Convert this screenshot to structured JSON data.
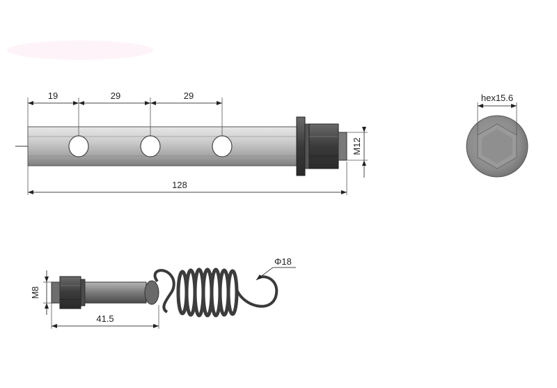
{
  "dimensions": {
    "shaft_length": "128",
    "hole_spacing_1": "19",
    "hole_spacing_2": "29",
    "hole_spacing_3": "29",
    "thread_top": "M12",
    "hex_size": "hex15.6",
    "thread_bottom": "M8",
    "bolt_length": "41.5",
    "spring_diameter": "Φ18"
  },
  "colors": {
    "shaft_light": "#c9c9c9",
    "shaft_dark": "#8a8a8a",
    "metal_dark": "#3f3f3f",
    "line": "#333333",
    "highlight_pink": "#fde8f3"
  }
}
